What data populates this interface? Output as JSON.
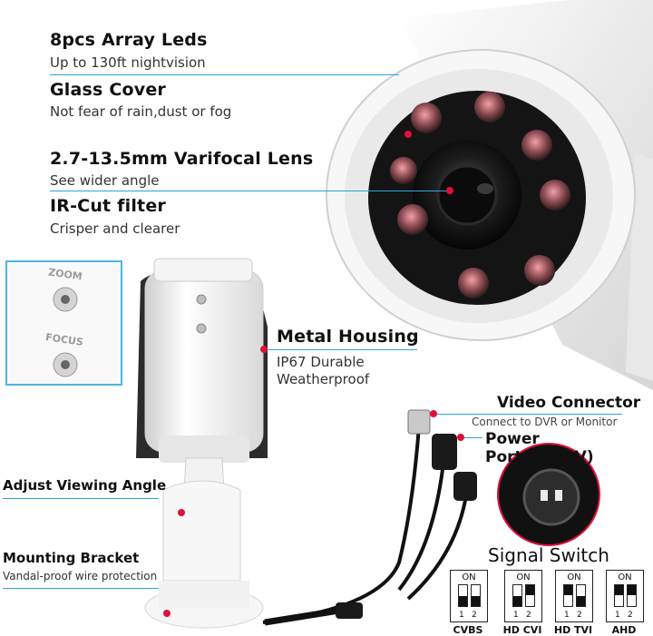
{
  "callouts": {
    "leds": {
      "title": "8pcs Array Leds",
      "sub": "Up to 130ft nightvision"
    },
    "glass": {
      "title": "Glass Cover",
      "sub": "Not fear of rain,dust or fog"
    },
    "lens": {
      "title": "2.7-13.5mm  Varifocal Lens",
      "sub": "See wider angle"
    },
    "ircut": {
      "title": "IR-Cut filter",
      "sub": "Crisper and clearer"
    },
    "housing": {
      "title": "Metal Housing",
      "sub1": "IP67 Durable",
      "sub2": "Weatherproof"
    },
    "video": {
      "title": "Video Connector",
      "sub": "Connect to DVR or Monitor"
    },
    "power": {
      "title": "Power Port(DC12V)"
    },
    "angle": {
      "title": "Adjust Viewing Angle"
    },
    "bracket": {
      "title": "Mounting Bracket",
      "sub": "Vandal-proof wire protection"
    }
  },
  "inset": {
    "zoom": "ZOOM",
    "focus": "FOCUS"
  },
  "signal": {
    "title": "Signal Switch",
    "on_label": "ON",
    "switches": [
      {
        "label": "CVBS",
        "s1": "down",
        "s2": "down"
      },
      {
        "label": "HD CVI",
        "s1": "down",
        "s2": "up"
      },
      {
        "label": "HD TVI",
        "s1": "up",
        "s2": "down"
      },
      {
        "label": "AHD",
        "s1": "up",
        "s2": "up"
      }
    ],
    "num1": "1",
    "num2": "2"
  },
  "colors": {
    "leader": "#2aa3e0",
    "marker": "#e0103a",
    "inset_border": "#4cb4e6"
  }
}
